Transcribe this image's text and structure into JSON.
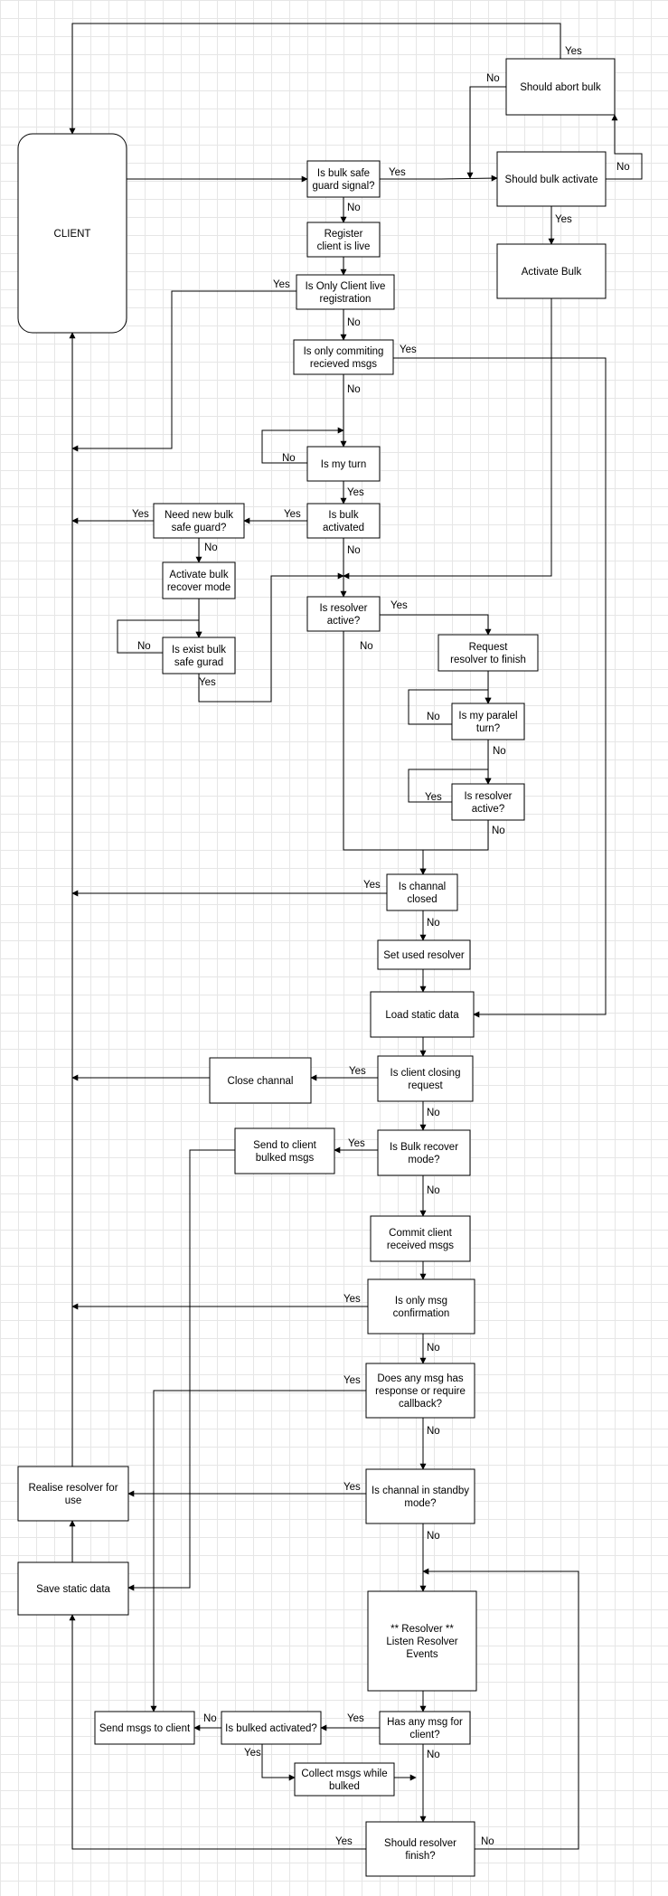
{
  "nodes": [
    {
      "id": "client",
      "label": [
        "CLIENT"
      ]
    },
    {
      "id": "abort_bulk",
      "label": [
        "Should abort bulk"
      ]
    },
    {
      "id": "bulk_safe_guard",
      "label": [
        "Is bulk safe",
        "guard signal?"
      ]
    },
    {
      "id": "should_bulk_activate",
      "label": [
        "Should bulk activate"
      ]
    },
    {
      "id": "register_client",
      "label": [
        "Register",
        "client is live"
      ]
    },
    {
      "id": "activate_bulk",
      "label": [
        "Activate Bulk"
      ]
    },
    {
      "id": "only_client_live",
      "label": [
        "Is Only Client live",
        "registration"
      ]
    },
    {
      "id": "only_committing",
      "label": [
        "Is only commiting",
        "recieved msgs"
      ]
    },
    {
      "id": "my_turn",
      "label": [
        "Is my turn"
      ]
    },
    {
      "id": "bulk_activated",
      "label": [
        "Is bulk",
        "activated"
      ]
    },
    {
      "id": "need_new_guard",
      "label": [
        "Need new bulk",
        "safe guard?"
      ]
    },
    {
      "id": "activate_recover",
      "label": [
        "Activate bulk",
        "recover mode"
      ]
    },
    {
      "id": "resolver_active_1",
      "label": [
        "Is resolver",
        "active?"
      ]
    },
    {
      "id": "exist_guard",
      "label": [
        "Is exist bulk",
        "safe gurad"
      ]
    },
    {
      "id": "request_finish",
      "label": [
        "Request",
        "resolver to finish"
      ]
    },
    {
      "id": "paralel_turn",
      "label": [
        "Is my paralel",
        "turn?"
      ]
    },
    {
      "id": "resolver_active_2",
      "label": [
        "Is resolver",
        "active?"
      ]
    },
    {
      "id": "channel_closed",
      "label": [
        "Is channal",
        "closed"
      ]
    },
    {
      "id": "set_resolver",
      "label": [
        "Set used resolver"
      ]
    },
    {
      "id": "load_static",
      "label": [
        "Load static data"
      ]
    },
    {
      "id": "close_channal",
      "label": [
        "Close channal"
      ]
    },
    {
      "id": "client_closing",
      "label": [
        "Is client closing",
        "request"
      ]
    },
    {
      "id": "send_bulked",
      "label": [
        "Send to client",
        "bulked msgs"
      ]
    },
    {
      "id": "bulk_recover",
      "label": [
        "Is Bulk recover",
        "mode?"
      ]
    },
    {
      "id": "commit_msgs",
      "label": [
        "Commit client",
        "received msgs"
      ]
    },
    {
      "id": "only_confirm",
      "label": [
        "Is only msg",
        "confirmation"
      ]
    },
    {
      "id": "msg_response",
      "label": [
        "Does any msg has",
        "response or require",
        "callback?"
      ]
    },
    {
      "id": "realise_resolver",
      "label": [
        "Realise resolver for",
        "use"
      ]
    },
    {
      "id": "channel_standby",
      "label": [
        "Is channal in standby",
        "mode?"
      ]
    },
    {
      "id": "save_static",
      "label": [
        "Save static data"
      ]
    },
    {
      "id": "resolver_listen",
      "label": [
        "** Resolver **",
        "Listen Resolver",
        "Events"
      ]
    },
    {
      "id": "send_msgs",
      "label": [
        "Send msgs to client"
      ]
    },
    {
      "id": "bulked_activated_2",
      "label": [
        "Is bulked activated?"
      ]
    },
    {
      "id": "msg_for_client",
      "label": [
        "Has any msg for",
        "client?"
      ]
    },
    {
      "id": "collect_msgs",
      "label": [
        "Collect msgs while",
        "bulked"
      ]
    },
    {
      "id": "resolver_finish",
      "label": [
        "Should resolver",
        "finish?"
      ]
    }
  ],
  "edges": [
    {
      "from": "abort_bulk",
      "to": "client",
      "label": "Yes"
    },
    {
      "from": "abort_bulk",
      "to": "should_bulk_activate",
      "label": "No"
    },
    {
      "from": "client",
      "to": "bulk_safe_guard",
      "label": ""
    },
    {
      "from": "bulk_safe_guard",
      "to": "should_bulk_activate",
      "label": "Yes"
    },
    {
      "from": "should_bulk_activate",
      "to": "abort_bulk",
      "label": "No"
    },
    {
      "from": "bulk_safe_guard",
      "to": "register_client",
      "label": "No"
    },
    {
      "from": "should_bulk_activate",
      "to": "activate_bulk",
      "label": "Yes"
    },
    {
      "from": "register_client",
      "to": "only_client_live",
      "label": ""
    },
    {
      "from": "only_client_live",
      "to": "client",
      "label": "Yes"
    },
    {
      "from": "only_client_live",
      "to": "only_committing",
      "label": "No"
    },
    {
      "from": "only_committing",
      "to": "load_static",
      "label": "Yes"
    },
    {
      "from": "only_committing",
      "to": "my_turn",
      "label": "No"
    },
    {
      "from": "my_turn",
      "to": "my_turn",
      "label": "No"
    },
    {
      "from": "my_turn",
      "to": "bulk_activated",
      "label": "Yes"
    },
    {
      "from": "bulk_activated",
      "to": "need_new_guard",
      "label": "Yes"
    },
    {
      "from": "need_new_guard",
      "to": "client",
      "label": "Yes"
    },
    {
      "from": "need_new_guard",
      "to": "activate_recover",
      "label": "No"
    },
    {
      "from": "activate_recover",
      "to": "exist_guard",
      "label": ""
    },
    {
      "from": "exist_guard",
      "to": "exist_guard",
      "label": "No"
    },
    {
      "from": "exist_guard",
      "to": "resolver_active_1",
      "label": "Yes"
    },
    {
      "from": "bulk_activated",
      "to": "resolver_active_1",
      "label": "No"
    },
    {
      "from": "activate_bulk",
      "to": "resolver_active_1",
      "label": ""
    },
    {
      "from": "resolver_active_1",
      "to": "request_finish",
      "label": "Yes"
    },
    {
      "from": "resolver_active_1",
      "to": "channel_closed",
      "label": "No"
    },
    {
      "from": "request_finish",
      "to": "paralel_turn",
      "label": ""
    },
    {
      "from": "paralel_turn",
      "to": "paralel_turn",
      "label": "No"
    },
    {
      "from": "paralel_turn",
      "to": "resolver_active_2",
      "label": "No"
    },
    {
      "from": "resolver_active_2",
      "to": "resolver_active_2",
      "label": "Yes"
    },
    {
      "from": "resolver_active_2",
      "to": "channel_closed",
      "label": "No"
    },
    {
      "from": "channel_closed",
      "to": "client",
      "label": "Yes"
    },
    {
      "from": "channel_closed",
      "to": "set_resolver",
      "label": "No"
    },
    {
      "from": "set_resolver",
      "to": "load_static",
      "label": ""
    },
    {
      "from": "load_static",
      "to": "client_closing",
      "label": ""
    },
    {
      "from": "client_closing",
      "to": "close_channal",
      "label": "Yes"
    },
    {
      "from": "close_channal",
      "to": "client",
      "label": ""
    },
    {
      "from": "client_closing",
      "to": "bulk_recover",
      "label": "No"
    },
    {
      "from": "bulk_recover",
      "to": "send_bulked",
      "label": "Yes"
    },
    {
      "from": "send_bulked",
      "to": "save_static",
      "label": ""
    },
    {
      "from": "bulk_recover",
      "to": "commit_msgs",
      "label": "No"
    },
    {
      "from": "commit_msgs",
      "to": "only_confirm",
      "label": ""
    },
    {
      "from": "only_confirm",
      "to": "client",
      "label": "Yes"
    },
    {
      "from": "only_confirm",
      "to": "msg_response",
      "label": "No"
    },
    {
      "from": "msg_response",
      "to": "send_msgs",
      "label": "Yes"
    },
    {
      "from": "msg_response",
      "to": "channel_standby",
      "label": "No"
    },
    {
      "from": "channel_standby",
      "to": "realise_resolver",
      "label": "Yes"
    },
    {
      "from": "realise_resolver",
      "to": "client",
      "label": ""
    },
    {
      "from": "channel_standby",
      "to": "resolver_listen",
      "label": "No"
    },
    {
      "from": "save_static",
      "to": "realise_resolver",
      "label": ""
    },
    {
      "from": "resolver_listen",
      "to": "msg_for_client",
      "label": ""
    },
    {
      "from": "msg_for_client",
      "to": "bulked_activated_2",
      "label": "Yes"
    },
    {
      "from": "bulked_activated_2",
      "to": "send_msgs",
      "label": "No"
    },
    {
      "from": "bulked_activated_2",
      "to": "collect_msgs",
      "label": "Yes"
    },
    {
      "from": "collect_msgs",
      "to": "resolver_finish",
      "label": ""
    },
    {
      "from": "msg_for_client",
      "to": "resolver_finish",
      "label": "No"
    },
    {
      "from": "resolver_finish",
      "to": "save_static",
      "label": "Yes"
    },
    {
      "from": "resolver_finish",
      "to": "resolver_listen",
      "label": "No"
    }
  ]
}
